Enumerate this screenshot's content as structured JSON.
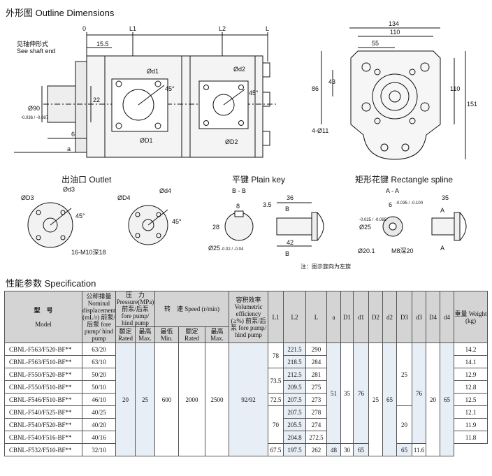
{
  "sections": {
    "outline": "外形图 Outline Dimensions",
    "outlet": "出油口 Outlet",
    "plain_key": "平键 Plain key",
    "spline": "矩形花键 Rectangle spline",
    "specification": "性能参数 Specification"
  },
  "outline_drawing": {
    "zero": "0",
    "l1": "L1",
    "l2": "L2",
    "l": "L",
    "note_cn": "见轴伸形式",
    "note_en": "See shaft end",
    "d155": "15.5",
    "d22": "22",
    "d6": "6",
    "a": "a",
    "dia90": "Ø90",
    "tol90": "-0.036 / -0.087",
    "d1": "Ød1",
    "D1": "ØD1",
    "d2": "Ød2",
    "D2": "ØD2",
    "deg45a": "45°",
    "deg45b": "45°"
  },
  "side_view": {
    "w134": "134",
    "w110": "110",
    "w55": "55",
    "h43": "43",
    "h86": "86",
    "h110": "110",
    "h151": "151",
    "holes": "4-Ø11"
  },
  "outlet_drawing": {
    "D3": "ØD3",
    "d3": "Ød3",
    "D4": "ØD4",
    "d4": "Ød4",
    "deg45a": "45°",
    "deg45b": "45°",
    "thread": "16-M10深18"
  },
  "plain_key_drawing": {
    "section": "B - B",
    "k8": "8",
    "k28": "28",
    "k25": "Ø25",
    "tol25": "-0.02 / -0.04",
    "k35": "3.5",
    "k36": "36",
    "k42": "42",
    "b1": "B",
    "b2": "B"
  },
  "spline_drawing": {
    "section": "A - A",
    "s6": "6",
    "tol6": "-0.035 / -0.100",
    "s25": "Ø25",
    "tol25": "-0.025 / -0.085",
    "s201": "Ø20.1",
    "thread": "M8深20",
    "s35": "35",
    "a1": "A",
    "a2": "A"
  },
  "rotation_note": "注：图示旋向为左旋",
  "table": {
    "headers": {
      "model_cn": "型　号",
      "model_en": "Model",
      "disp": "公称排量 Nominal displacement (mL/r) 前泵/后泵 fore pump/ hind pump",
      "pressure": "压　力 Pressure(MPa) 前泵/后泵 fore pump/ hind pump",
      "rated_p": "额定 Rated",
      "max_p": "最高 Max.",
      "speed": "转　速 Speed (r/min)",
      "min_s": "最低 Min.",
      "rated_s": "额定 Rated",
      "max_s": "最高 Max.",
      "eff": "容积效率 Volumetric efficiency (≥%) 前泵/后泵 fore pump/ hind pump",
      "L1": "L1",
      "L2": "L2",
      "L": "L",
      "a": "a",
      "D1": "D1",
      "d1": "d1",
      "D2": "D2",
      "d2": "d2",
      "D3": "D3",
      "d3": "d3",
      "D4": "D4",
      "d4": "d4",
      "weight": "重量 Weight (kg)"
    },
    "rows": [
      {
        "model": "CBNL-F563/F520-BF**",
        "disp": "63/20",
        "L2": "221.5",
        "L": "290",
        "w": "14.2"
      },
      {
        "model": "CBNL-F563/F510-BF**",
        "disp": "63/10",
        "L2": "218.5",
        "L": "284",
        "w": "14.1"
      },
      {
        "model": "CBNL-F550/F520-BF**",
        "disp": "50/20",
        "L2": "212.5",
        "L": "281",
        "w": "12.9"
      },
      {
        "model": "CBNL-F550/F510-BF**",
        "disp": "50/10",
        "L2": "209.5",
        "L": "275",
        "w": "12.8"
      },
      {
        "model": "CBNL-F546/F510-BF**",
        "disp": "46/10",
        "L2": "207.5",
        "L": "273",
        "w": "12.5"
      },
      {
        "model": "CBNL-F540/F525-BF**",
        "disp": "40/25",
        "L2": "207.5",
        "L": "278",
        "w": "12.1"
      },
      {
        "model": "CBNL-F540/F520-BF**",
        "disp": "40/20",
        "L2": "205.5",
        "L": "274",
        "w": "11.9"
      },
      {
        "model": "CBNL-F540/F516-BF**",
        "disp": "40/16",
        "L2": "204.8",
        "L": "272.5",
        "w": "11.8"
      },
      {
        "model": "CBNL-F532/F510-BF**",
        "disp": "32/10",
        "L2": "197.5",
        "L": "262",
        "w": "11.6"
      }
    ],
    "merged": {
      "rated_p": "20",
      "max_p": "25",
      "min_s": "600",
      "rated_s": "2000",
      "max_s": "2500",
      "eff": "92/92",
      "L1_a": "78",
      "L1_b": "73.5",
      "L1_c": "72.5",
      "L1_d": "70",
      "L1_e": "67.5",
      "a_a": "51",
      "a_b": "48",
      "D1_a": "35",
      "D1_b": "30",
      "d1_a": "76",
      "d1_b": "65",
      "D2": "25",
      "d2": "65",
      "D3": "25",
      "D3_b": "20",
      "d3_a": "76",
      "d3_b": "65",
      "D4": "20",
      "d4": "65"
    }
  }
}
